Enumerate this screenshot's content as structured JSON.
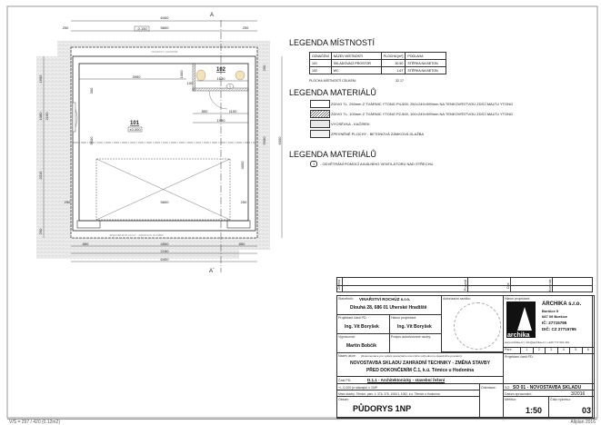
{
  "drawing": {
    "dims_top": {
      "overall": "6400",
      "inner": "5800",
      "left": "250",
      "right": "250",
      "level": "-0.150"
    },
    "section_mark": "A",
    "section_mark_end": "A´",
    "room_101": {
      "number": "101",
      "level": "±0.000"
    },
    "room_102": {
      "number": "102"
    },
    "dims_inner": {
      "d3950": "3950",
      "d1000": "1000",
      "d100": "100",
      "d1650": "1650",
      "d850": "850",
      "d1100": "1100",
      "d1950": "1950",
      "d250a": "250",
      "d300": "300",
      "d5500": "5500",
      "d4000": "4000",
      "d5800b": "5800",
      "d250b": "250",
      "d250c": "250"
    },
    "dims_left": {
      "d1605": "1605",
      "d1080": "1080",
      "d2150": "2150",
      "d3315": "3315",
      "d250": "250"
    },
    "dims_right": {
      "d6000": "6000",
      "d5500": "5500",
      "d250": "250"
    },
    "dims_bottom": {
      "left": "850",
      "mid": "4500",
      "right": "850",
      "d2150": "2150",
      "overall": "6400"
    },
    "vent_mark": "1",
    "paving_label": "ZPEVNĚNÉ PLOCHY - ZÁMKOVÁ DLAŽBA",
    "gravel_label": "OKAPOVÝ CHODNÍK"
  },
  "room_legend": {
    "title": "LEGENDA MÍSTNOSTÍ",
    "headers": [
      "OZNAČENÍ",
      "NÁZEV MÍSTNOSTI",
      "PLOCHA [m²]",
      "PODLAHA"
    ],
    "rows": [
      [
        "101",
        "SKLADOVACÍ PROSTOR",
        "30.50",
        "STĚRKA NA BETON"
      ],
      [
        "102",
        "WC",
        "1.67",
        "STĚRKA NA BETON"
      ]
    ],
    "total_label": "PLOCHA MÍSTNOSTÍ CELKEM:",
    "total_value": "32.17"
  },
  "material_legend": {
    "title": "LEGENDA MATERIÁLŮ",
    "items": [
      "ZDIVO TL. 250mm Z TVÁRNIC YTONG P4-500, 250×249×599mm NA TENKOVRSTVOU ZDÍCÍ MALTU YTONG",
      "ZDIVO TL. 100mm Z TVÁRNIC YTONG P2-500, 100×249×599mm NA TENKOVRSTVOU ZDÍCÍ MALTU YTONG",
      "VYOSÉVKA - KAČÍREK",
      "ZPEVNĚNÉ PLOCHY - BETONOVÁ ZÁMKOVÁ DLAŽBA"
    ]
  },
  "legend3": {
    "title": "LEGENDA MATERIÁLŮ",
    "mark": "1",
    "item": "- ODVĚTRÁNÍ POMOCÍ AXIÁLNÍHO VENTILÁTORU NAD STŘECHU"
  },
  "revisions": {
    "labels": [
      "Změna",
      "Provedl",
      "Dne",
      "Kontrola"
    ]
  },
  "title_block": {
    "investor_label": "Stavebník:",
    "investor": "VINAŘSTVÍ ROCHŮZ s.r.o.",
    "investor_address": "Dlouhá 28, 686 01 Uherské Hradiště",
    "stamp_label": "Autorizační razítko:",
    "chief_label": "Hlavní projektant:",
    "company": "ARCHIKA s.r.o.",
    "company_addr1": "Boršice 9",
    "company_addr2": "687 09 Boršice",
    "ic": "IČ: 27715795",
    "dic": "DIČ: CZ 27715795",
    "logo_text": "archika",
    "contacts": "www.archika.cz | info@archika.cz | +420 777 001 316",
    "part_designer_label": "Projektant části PD:",
    "part_designer": "Ing. Vít Boryšek",
    "chief_designer_label": "Hlavní projektant:",
    "chief_designer": "Ing. Vít Boryšek",
    "drawn_label": "Vypracoval:",
    "drawn": "Martin Bobčík",
    "sign_label": "Podpis autorizované osoby:",
    "parc_label": "Pare.",
    "parc": [
      "1",
      "2",
      "3",
      "4",
      "5",
      "6"
    ],
    "part_pd_designer_label": "Projektant části PD:",
    "action_label": "Název akce:",
    "action_note": "(Dokumentace pro vydání společného územního rozhodnutí a stavebního povolení)",
    "action_line1": "NOVOSTAVBA SKLADU ZAHRADNÍ TECHNIKY - ZMĚNA STAVBY",
    "action_line2": "PŘED DOKONČENÍM Č.1, k.ú. Těmice u Hodonína",
    "part_label": "Část PD:",
    "part": "D.1.1 - Architektonicky - stavební řešení",
    "level_note": "+/- 0,000 je stávající v 1NP",
    "orientation_label": "Orientace:",
    "site": "Místo stavby: Těmice, parc. č. 376, 378, 1061/1, 1062, k.ú. Těmice u Hodonína",
    "content_label": "Obsah:",
    "content": "PŮDORYS 1NP",
    "so_label": "SO:",
    "so": "SO 01 - NOVOSTAVBA SKLADU",
    "date_label": "Datum zpracování:",
    "date": "3/2016",
    "scale_label": "Měřítko:",
    "scale": "1:50",
    "sheet_label": "Číslo výkresu:",
    "sheet": "03"
  },
  "footer": {
    "format": "V/Š = 297 / 420 (0.12m2)",
    "software": "Allplan 2016"
  }
}
